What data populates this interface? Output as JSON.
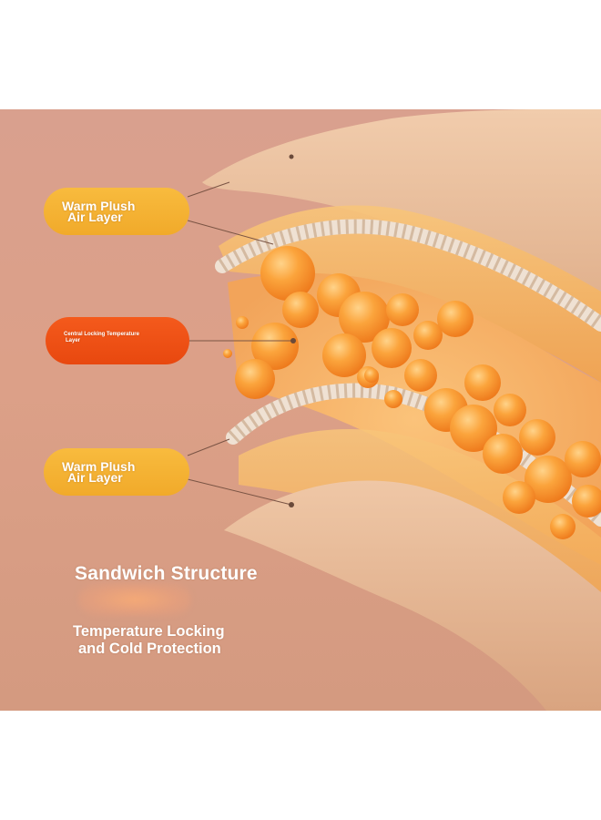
{
  "labels": {
    "top_warm": {
      "line1": "Warm Plush",
      "line2": "Air Layer"
    },
    "central": {
      "line1": "Central Locking Temperature",
      "line2": "Layer"
    },
    "bottom_warm": {
      "line1": "Warm Plush",
      "line2": "Air Layer"
    }
  },
  "headline": "Sandwich Structure",
  "subheadline": {
    "line1": "Temperature Locking",
    "line2": "and Cold Protection"
  },
  "colors": {
    "background": "#dca088",
    "warm_pill": "#f4b133",
    "central_pill": "#ee5016",
    "bead": "#f79a33",
    "fabric": "#e9c3a3",
    "rope": "#f2e6da"
  }
}
